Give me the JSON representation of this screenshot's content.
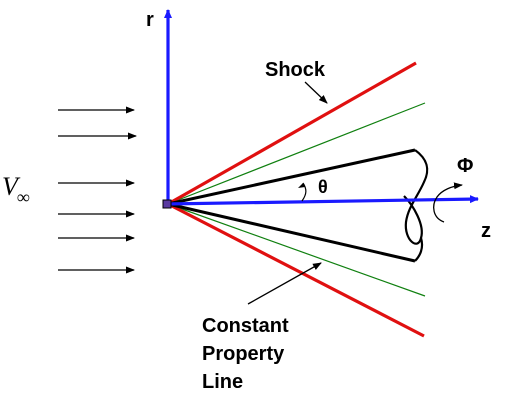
{
  "labels": {
    "r_axis": "r",
    "z_axis": "z",
    "shock": "Shock",
    "theta": "θ",
    "phi": "Φ",
    "v_symbol": "V",
    "v_subscript": "∞",
    "constant_line1": "Constant",
    "constant_line2": "Property",
    "constant_line3": "Line"
  },
  "colors": {
    "axis": "#1a1aff",
    "shock": "#e01010",
    "property_line": "#108010",
    "cone": "#000000",
    "arrow": "#000000"
  }
}
